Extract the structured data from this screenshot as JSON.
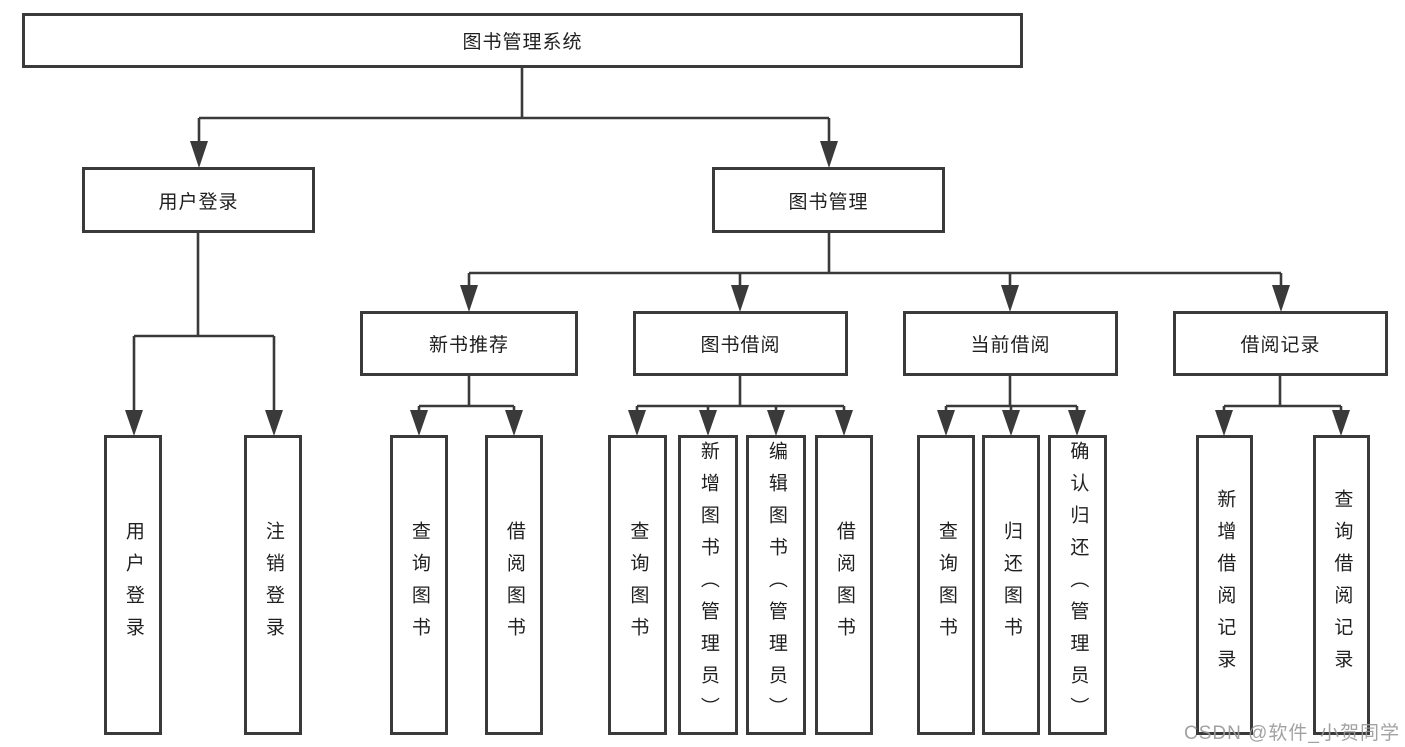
{
  "diagram": {
    "title": "图书管理系统",
    "nodes": {
      "root": {
        "label": "图书管理系统"
      },
      "level2": [
        {
          "label": "用户登录"
        },
        {
          "label": "图书管理"
        }
      ],
      "level3": [
        {
          "label": "新书推荐"
        },
        {
          "label": "图书借阅"
        },
        {
          "label": "当前借阅"
        },
        {
          "label": "借阅记录"
        }
      ],
      "leaves": [
        {
          "label": "用户登录",
          "parent": "用户登录"
        },
        {
          "label": "注销登录",
          "parent": "用户登录"
        },
        {
          "label": "查询图书",
          "parent": "新书推荐"
        },
        {
          "label": "借阅图书",
          "parent": "新书推荐"
        },
        {
          "label": "查询图书",
          "parent": "图书借阅"
        },
        {
          "label": "新增图书（管理员）",
          "parent": "图书借阅"
        },
        {
          "label": "编辑图书（管理员）",
          "parent": "图书借阅"
        },
        {
          "label": "借阅图书",
          "parent": "图书借阅"
        },
        {
          "label": "查询图书",
          "parent": "当前借阅"
        },
        {
          "label": "归还图书",
          "parent": "当前借阅"
        },
        {
          "label": "确认归还（管理员）",
          "parent": "当前借阅"
        },
        {
          "label": "新增借阅记录",
          "parent": "借阅记录"
        },
        {
          "label": "查询借阅记录",
          "parent": "借阅记录"
        }
      ]
    },
    "colors": {
      "line": "#3a3a3a",
      "text": "#1f1f1f",
      "background": "#ffffff",
      "watermark": "#9b9b9b"
    }
  },
  "watermark": "CSDN @软件_小贺同学"
}
